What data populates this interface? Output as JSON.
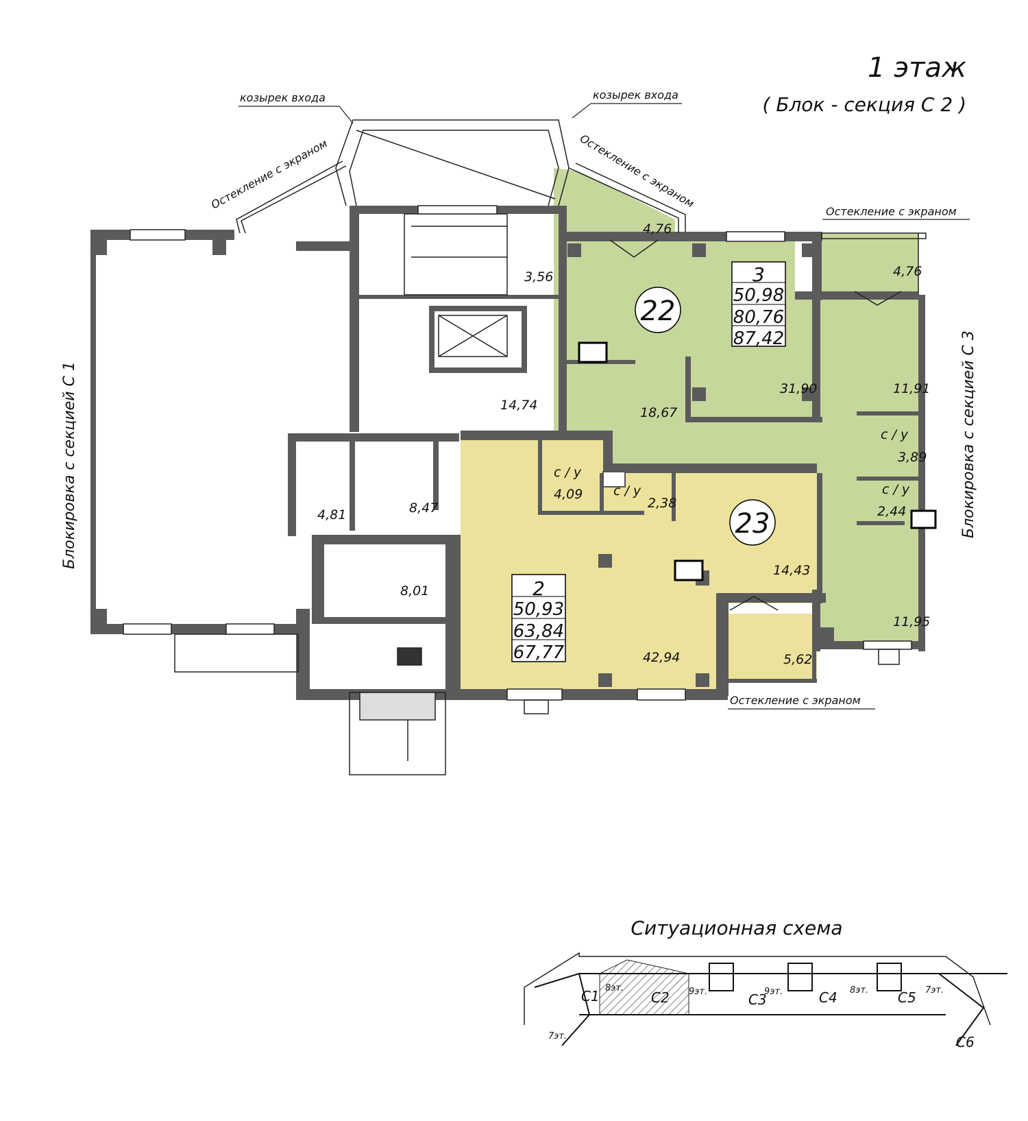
{
  "header": {
    "floor_title": "1 этаж",
    "section_subtitle": "( Блок - секция  С 2 )"
  },
  "colors": {
    "apartment_22": "#c6d79c",
    "apartment_23": "#ece29b",
    "wall": "#5b5b5b"
  },
  "annotations": {
    "canopy_left": "козырек входа",
    "canopy_right": "козырек входа",
    "glazing_top_left": "Остекление с экраном",
    "glazing_top_mid": "Остекление с экраном",
    "glazing_top_right": "Остекление с экраном",
    "glazing_bottom": "Остекление с экраном",
    "block_c1": "Блокировка с секцией С 1",
    "block_c3": "Блокировка с секцией С 3"
  },
  "apartments": [
    {
      "number": "22",
      "rooms": "3",
      "living_area": "50,98",
      "total_area": "80,76",
      "total_with_balcony": "87,42"
    },
    {
      "number": "23",
      "rooms": "2",
      "living_area": "50,93",
      "total_area": "63,84",
      "total_with_balcony": "67,77"
    }
  ],
  "rooms": {
    "stair": "3,56",
    "hall": "14,74",
    "r481": "4,81",
    "r847": "8,47",
    "r801": "8,01",
    "a22_balcony1": "4,76",
    "a22_balcony2": "4,76",
    "a22_room1": "31,90",
    "a22_room2": "18,67",
    "a22_room3": "11,91",
    "a22_room4": "11,95",
    "a22_wc1_label": "с / у",
    "a22_wc1": "3,89",
    "a22_wc2_label": "с / у",
    "a22_wc2": "2,44",
    "a23_wc1_label": "с / у",
    "a23_wc1": "4,09",
    "a23_wc2_label": "с / у",
    "a23_wc2": "2,38",
    "a23_room1": "42,94",
    "a23_room2": "14,43",
    "a23_balcony": "5,62"
  },
  "situation_plan": {
    "title": "Ситуационная схема",
    "sections": [
      "С1",
      "С2",
      "С3",
      "С4",
      "С5",
      "С6"
    ],
    "floors": [
      "8эт.",
      "9эт.",
      "9эт.",
      "8эт.",
      "7эт.",
      "7эт."
    ],
    "highlighted": "С2"
  }
}
